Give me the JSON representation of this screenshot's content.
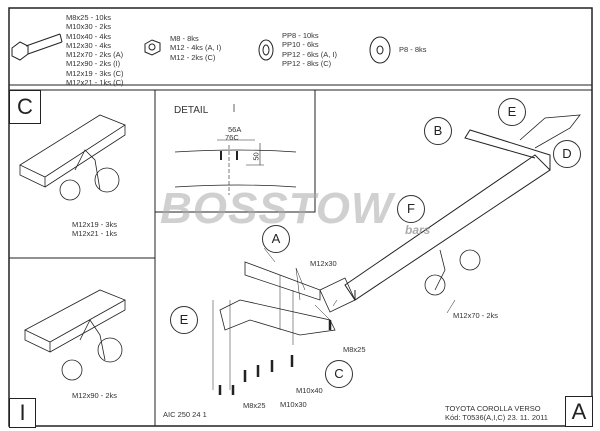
{
  "parts": {
    "bolts": [
      "M8x25 - 10ks",
      "M10x30 - 2ks",
      "M10x40 - 4ks",
      "M12x30 - 4ks",
      "M12x70 - 2ks (A)",
      "M12x90 - 2ks (I)",
      "M12x19 - 3ks (C)",
      "M12x21 - 1ks (C)"
    ],
    "nuts": [
      "M8 - 8ks",
      "M12 - 4ks (A, I)",
      "M12 - 2ks (C)"
    ],
    "spring_washers": [
      "PP8 - 10ks",
      "PP10 - 6ks",
      "PP12 - 6ks (A, I)",
      "PP12 - 8ks (C)"
    ],
    "flat_washers": [
      "P8 - 8ks"
    ]
  },
  "panel_c": {
    "label": "C",
    "callouts": [
      "M12x19 - 3ks",
      "M12x21 - 1ks"
    ]
  },
  "panel_i": {
    "label": "I",
    "callouts": [
      "M12x90 - 2ks"
    ]
  },
  "detail": {
    "title": "DETAIL",
    "dim_top": "56A",
    "dim_bottom": "76C",
    "dim_side": "50"
  },
  "watermark": "BOSSTOW",
  "watermark_sub": "bars",
  "main": {
    "circles": [
      "A",
      "B",
      "C",
      "D",
      "E",
      "E",
      "F"
    ],
    "labels": {
      "m12x30": "M12x30",
      "m12x70": "M12x70 - 2ks",
      "m8x25_right": "M8x25",
      "m8x25_bottom": "M8x25",
      "m10x40": "M10x40",
      "m10x30": "M10x30"
    }
  },
  "footer": {
    "drawing_no": "AIC 250 24 1",
    "vehicle": "TOYOTA COROLLA VERSO",
    "code": "Kód: T0536(A,I,C)  23. 11. 2011",
    "variant": "A"
  }
}
